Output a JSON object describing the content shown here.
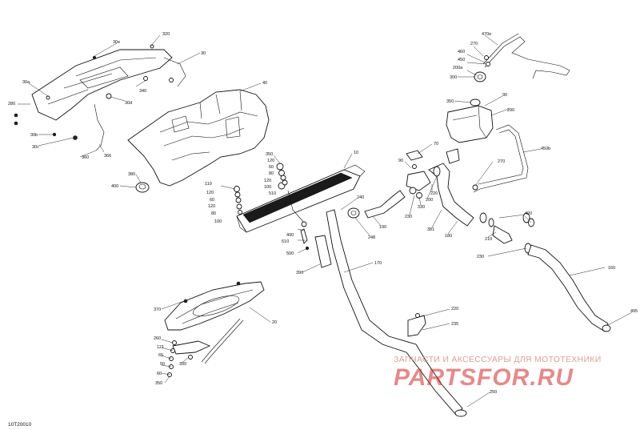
{
  "diagram_code": "10T20010",
  "watermark": {
    "tagline": "ЗАПЧАСТИ И АКСЕССУАРЫ ДЛЯ МОТОТЕХНИКИ",
    "logo": "PARTSFOR.RU",
    "color": "#cc2b2b"
  },
  "callouts": {
    "c320": "320",
    "c30e": "30e",
    "c30": "30",
    "c30a": "30a",
    "c280": "280",
    "c340": "340",
    "c30d": "30d",
    "c30b": "30b",
    "c30c": "30c",
    "c360": "360",
    "c366": "366",
    "c40": "40",
    "c380": "380",
    "c400": "400",
    "c350_top": "350",
    "c120_a": "120",
    "c60_a": "60",
    "c80_a": "80",
    "c120_b": "120",
    "c100_a": "100",
    "c510_a": "510",
    "c10": "10",
    "c110": "110",
    "c120_c": "120",
    "c60_b": "60",
    "c120_d": "120",
    "c80_b": "80",
    "c100_b": "100",
    "c490": "490",
    "c510_b": "510",
    "c500": "500",
    "c390": "390",
    "c248": "248",
    "c240": "240",
    "c190": "190",
    "c230_a": "230",
    "c330": "330",
    "c200": "200",
    "c220_a": "220",
    "c90": "90",
    "c70": "70",
    "c381": "381",
    "c180": "180",
    "c170": "170",
    "c470e": "470e",
    "c270_a": "270",
    "c460": "460",
    "c450": "450",
    "c200a": "200a",
    "c300": "300",
    "c350_mid": "350",
    "c290": "290",
    "c450b": "450b",
    "c270_b": "270",
    "c420": "420",
    "c210": "210",
    "c230_b": "230",
    "c160": "160",
    "c495": "495",
    "c370": "370",
    "c20": "20",
    "c260": "260",
    "c121": "121",
    "c65": "65",
    "c50": "50",
    "c330_b": "330",
    "c60_c": "60",
    "c350_bot": "350",
    "c220_b": "220",
    "c235": "235",
    "c250": "250"
  }
}
